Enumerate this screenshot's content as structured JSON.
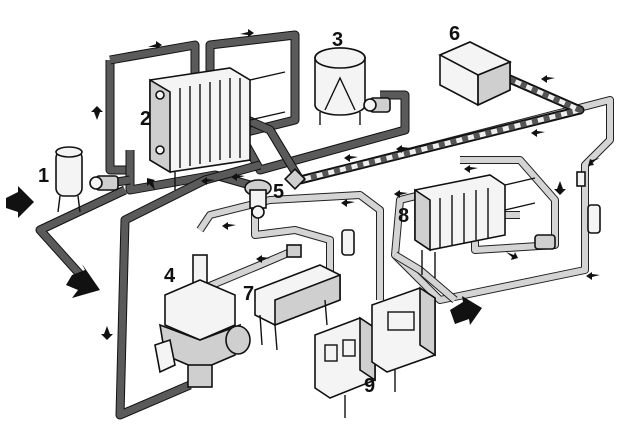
{
  "labels": {
    "n1": "1",
    "n2": "2",
    "n3": "3",
    "n4": "4",
    "n5": "5",
    "n6": "6",
    "n7": "7",
    "n8": "8",
    "n9": "9"
  },
  "colors": {
    "dark_pipe": "#5a5a5a",
    "light_pipe": "#d4d4d4",
    "outline": "#111111"
  }
}
